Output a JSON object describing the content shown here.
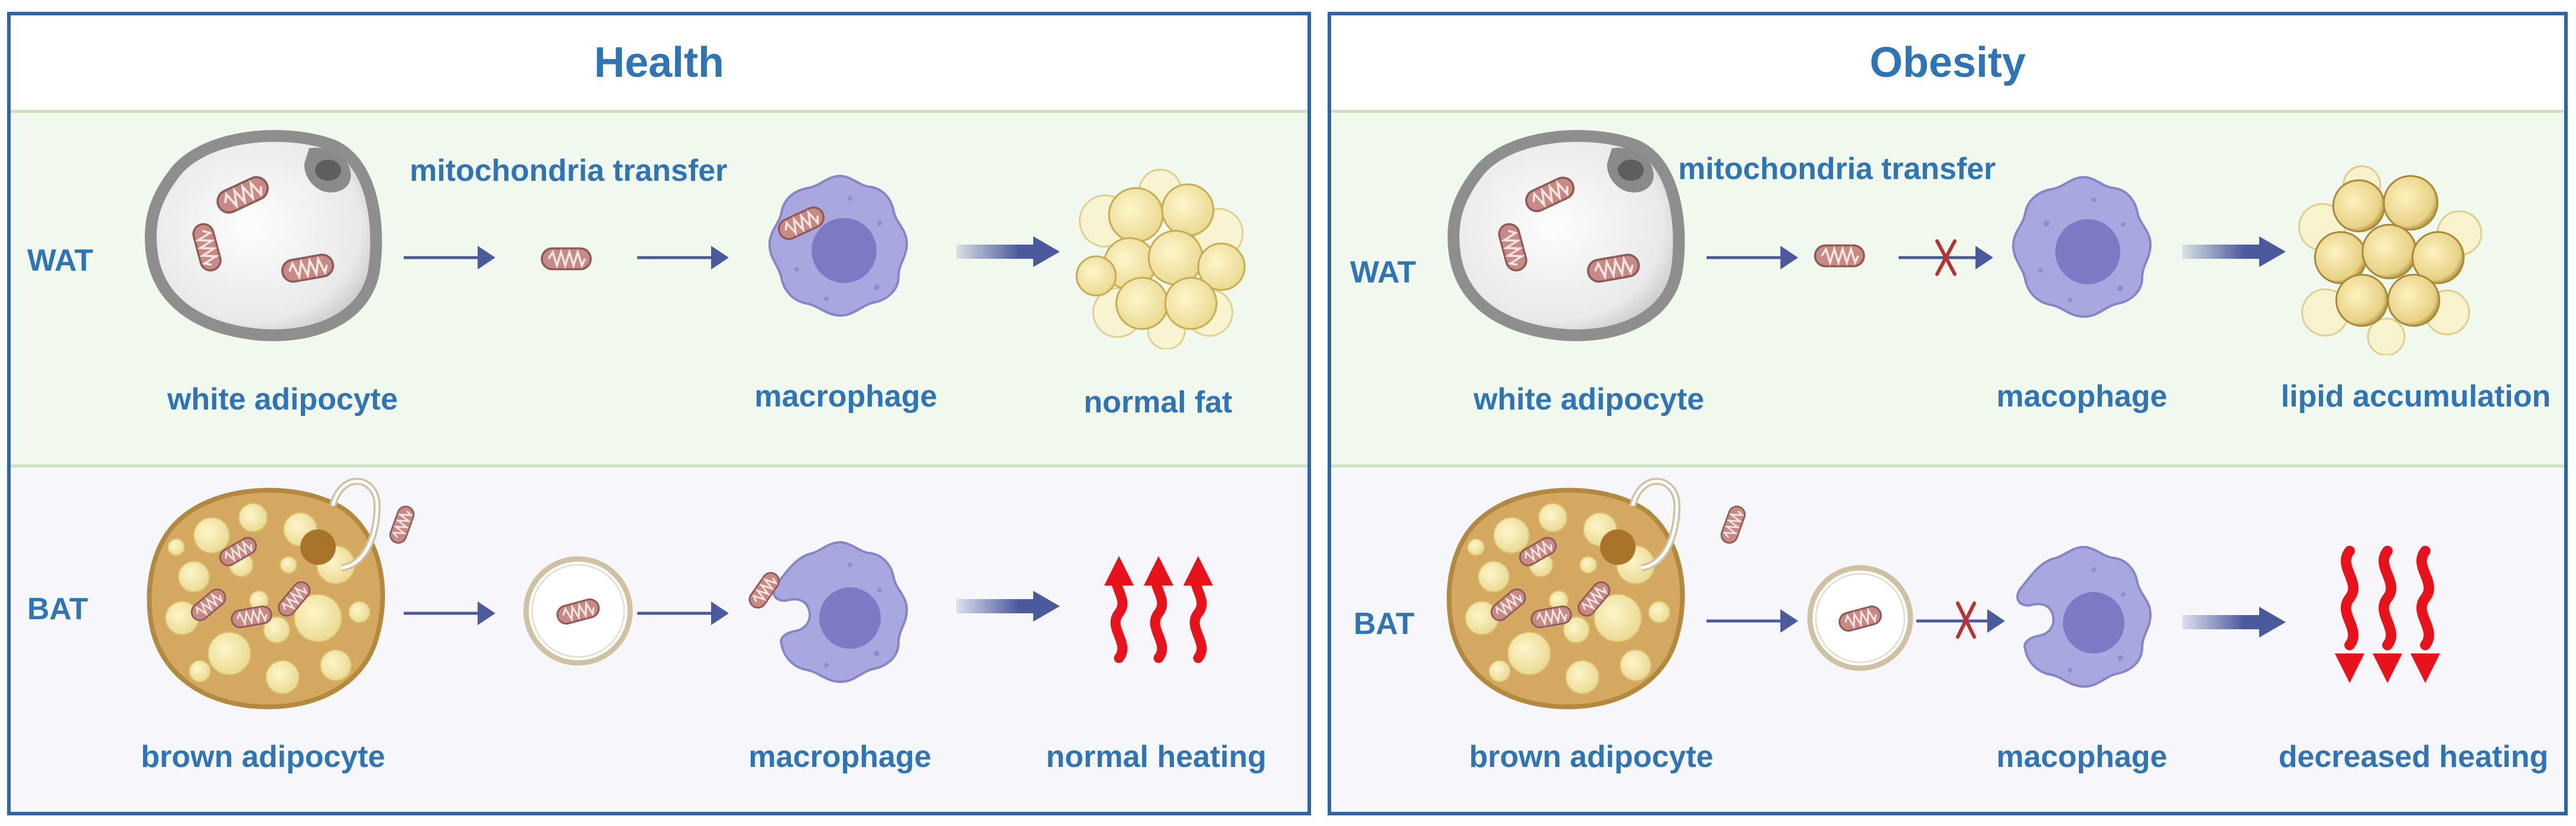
{
  "panels": [
    {
      "title": "Health",
      "rows": [
        {
          "label": "WAT",
          "transfer": "mitochondria transfer",
          "source": "white adipocyte",
          "target": "macrophage",
          "outcome": "normal fat"
        },
        {
          "label": "BAT",
          "source": "brown adipocyte",
          "target": "macrophage",
          "outcome": "normal heating"
        }
      ]
    },
    {
      "title": "Obesity",
      "rows": [
        {
          "label": "WAT",
          "transfer": "mitochondria transfer",
          "source": "white adipocyte",
          "target": "macophage",
          "outcome": "lipid accumulation"
        },
        {
          "label": "BAT",
          "source": "brown adipocyte",
          "target": "macophage",
          "outcome": "decreased heating"
        }
      ]
    }
  ],
  "colors": {
    "frame": "#2f65a7",
    "text": "#2f74b5",
    "arrow": "#4b5a9c",
    "heat": "#e8121a",
    "block": "#b83232",
    "macrophage": "#a9a7e0",
    "nucleus": "#7d79c4",
    "mitochondrion": "#c98a86",
    "brown_fat": "#d4a860",
    "white_fat": "#f3e7a6"
  },
  "icons": [
    "white-adipocyte-icon",
    "brown-adipocyte-icon",
    "mitochondrion-icon",
    "vesicle-icon",
    "macrophage-icon",
    "fat-cluster-icon",
    "heat-arrows-icon",
    "block-x-icon",
    "arrow-icon"
  ]
}
